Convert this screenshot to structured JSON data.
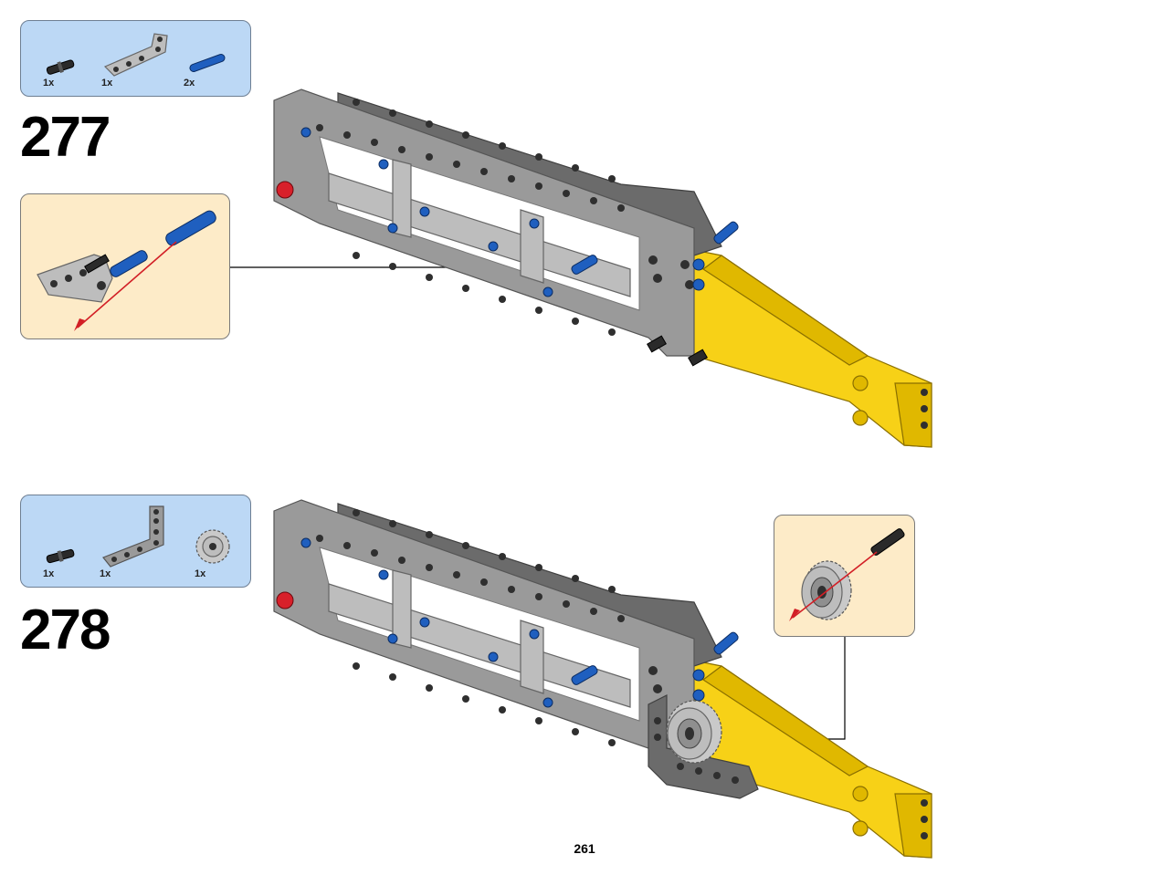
{
  "page": {
    "number": "261"
  },
  "steps": [
    {
      "number": "277",
      "parts": [
        {
          "qty": "1x",
          "icon": "black-axle-pin-icon"
        },
        {
          "qty": "1x",
          "icon": "gray-angled-beam-icon"
        },
        {
          "qty": "2x",
          "icon": "blue-pin-icon"
        }
      ],
      "callout": "pin-insertion-callout"
    },
    {
      "number": "278",
      "parts": [
        {
          "qty": "1x",
          "icon": "black-axle-pin-icon"
        },
        {
          "qty": "1x",
          "icon": "gray-l-beam-icon"
        },
        {
          "qty": "1x",
          "icon": "gray-gear-icon"
        }
      ],
      "callout": "gear-assembly-callout"
    }
  ],
  "colors": {
    "parts_box": "#bcd8f5",
    "callout": "#fdebc8",
    "yellow": "#f7d117",
    "blue_pin": "#1f5fbf",
    "red_pin": "#d8202a",
    "gray": "#9a9a9a"
  }
}
